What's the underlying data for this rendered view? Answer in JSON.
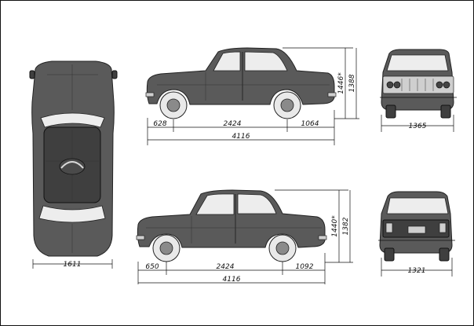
{
  "dimensions": {
    "side_top": {
      "front_overhang": "628",
      "wheelbase": "2424",
      "rear_overhang": "1064",
      "total_length": "4116",
      "height_a": "1446*",
      "height_b": "1388"
    },
    "front_view": {
      "width": "1365"
    },
    "plan_view": {
      "width": "1611"
    },
    "side_bottom": {
      "front_overhang": "650",
      "wheelbase": "2424",
      "rear_overhang": "1092",
      "total_length": "4116",
      "height_a": "1440*",
      "height_b": "1382"
    },
    "rear_view": {
      "width": "1321"
    }
  }
}
